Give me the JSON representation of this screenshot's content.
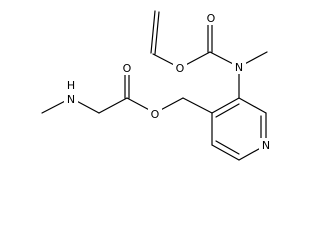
{
  "atoms": {
    "o_carbonyl_carbamate": "O",
    "o_ester_vinyl": "O",
    "n_carbamate": "N",
    "n_amine": "N",
    "h_amine": "H",
    "o_carbonyl_glycinate": "O",
    "o_ester_glycinate": "O",
    "n_pyridine": "N"
  },
  "colors": {
    "bond": "#000000",
    "text": "#000000",
    "background": "#ffffff"
  }
}
